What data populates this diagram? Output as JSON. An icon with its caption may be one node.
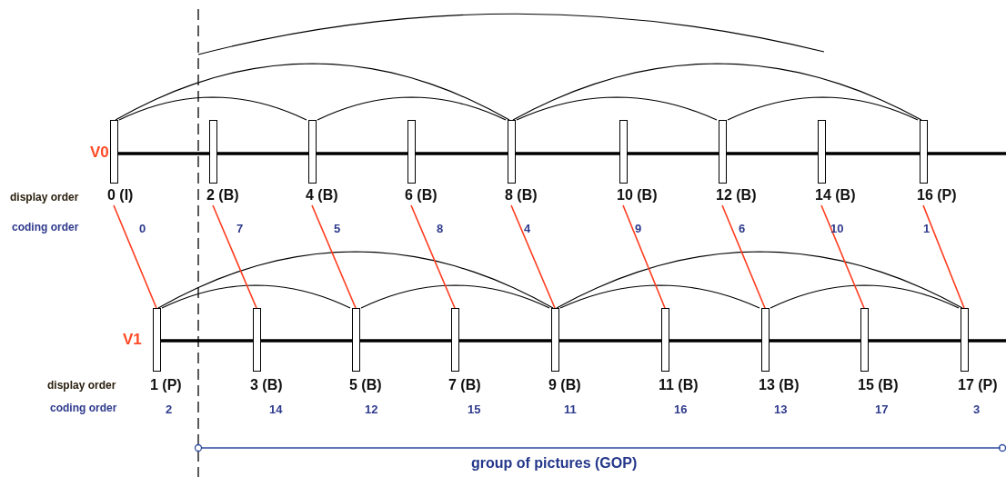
{
  "diagram": {
    "nodes": [
      {
        "text": [],
        "shape": "bar",
        "beside": [
          "0 (I)",
          "0"
        ]
      },
      {
        "text": [],
        "shape": "bar",
        "beside": [
          "2 (B)",
          "7"
        ]
      },
      {
        "text": [],
        "shape": "bar",
        "beside": [
          "4 (B)",
          "5"
        ]
      },
      {
        "text": [],
        "shape": "bar",
        "beside": [
          "6 (B)",
          "8"
        ]
      },
      {
        "text": [],
        "shape": "bar",
        "beside": [
          "8 (B)",
          "4"
        ]
      },
      {
        "text": [],
        "shape": "bar",
        "beside": [
          "10 (B)",
          "9"
        ]
      },
      {
        "text": [],
        "shape": "bar",
        "beside": [
          "12 (B)",
          "6"
        ]
      },
      {
        "text": [],
        "shape": "bar",
        "beside": [
          "14 (B)",
          "10"
        ]
      },
      {
        "text": [],
        "shape": "bar",
        "beside": [
          "16 (P)",
          "1"
        ]
      },
      {
        "text": [],
        "shape": "bar",
        "beside": [
          "1 (P)",
          "2"
        ]
      },
      {
        "text": [],
        "shape": "bar",
        "beside": [
          "3 (B)",
          "14"
        ]
      },
      {
        "text": [],
        "shape": "bar",
        "beside": [
          "5 (B)",
          "12"
        ]
      },
      {
        "text": [],
        "shape": "bar",
        "beside": [
          "7 (B)",
          "15"
        ]
      },
      {
        "text": [],
        "shape": "bar",
        "beside": [
          "9 (B)",
          "11"
        ]
      },
      {
        "text": [],
        "shape": "bar",
        "beside": [
          "11 (B)",
          "16"
        ]
      },
      {
        "text": [],
        "shape": "bar",
        "beside": [
          "13 (B)",
          "13"
        ]
      },
      {
        "text": [],
        "shape": "bar",
        "beside": [
          "15 (B)",
          "17"
        ]
      },
      {
        "text": [],
        "shape": "bar",
        "beside": [
          "17 (P)",
          "3"
        ]
      }
    ],
    "edges": [
      {
        "from": 0,
        "to": 2,
        "arrow": "none"
      },
      {
        "from": 2,
        "to": 4,
        "arrow": "none"
      },
      {
        "from": 4,
        "to": 6,
        "arrow": "none"
      },
      {
        "from": 6,
        "to": 8,
        "arrow": "none"
      },
      {
        "from": 0,
        "to": 4,
        "arrow": "none"
      },
      {
        "from": 4,
        "to": 8,
        "arrow": "none"
      },
      {
        "from": 9,
        "to": 11,
        "arrow": "none"
      },
      {
        "from": 11,
        "to": 13,
        "arrow": "none"
      },
      {
        "from": 13,
        "to": 15,
        "arrow": "none"
      },
      {
        "from": 15,
        "to": 17,
        "arrow": "none"
      },
      {
        "from": 9,
        "to": 13,
        "arrow": "none"
      },
      {
        "from": 13,
        "to": 17,
        "arrow": "none"
      },
      {
        "from": 0,
        "to": 9,
        "arrow": "none",
        "color": "#ff3c1e"
      },
      {
        "from": 1,
        "to": 10,
        "arrow": "none",
        "color": "#ff3c1e"
      },
      {
        "from": 2,
        "to": 11,
        "arrow": "none",
        "color": "#ff3c1e"
      },
      {
        "from": 3,
        "to": 12,
        "arrow": "none",
        "color": "#ff3c1e"
      },
      {
        "from": 4,
        "to": 13,
        "arrow": "none",
        "color": "#ff3c1e"
      },
      {
        "from": 5,
        "to": 14,
        "arrow": "none",
        "color": "#ff3c1e"
      },
      {
        "from": 6,
        "to": 15,
        "arrow": "none",
        "color": "#ff3c1e"
      },
      {
        "from": 7,
        "to": 16,
        "arrow": "none",
        "color": "#ff3c1e"
      },
      {
        "from": 8,
        "to": 17,
        "arrow": "none",
        "color": "#ff3c1e"
      }
    ],
    "labels": [
      "V0",
      "display order",
      "coding order",
      "V1",
      "display order",
      "coding order",
      "group of pictures (GOP)"
    ]
  }
}
